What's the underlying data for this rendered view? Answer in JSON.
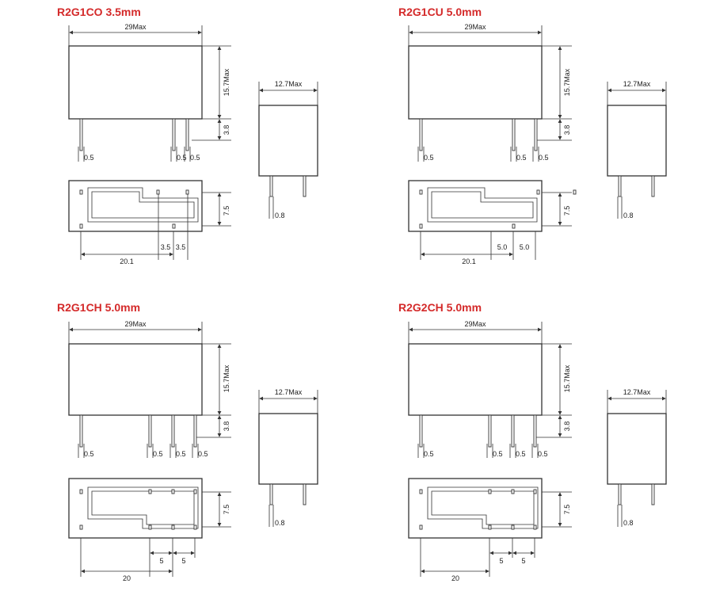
{
  "colors": {
    "title": "#d42a2a",
    "line": "#333333"
  },
  "panels": [
    {
      "id": "r2g1co",
      "title": "R2G1CO 3.5mm",
      "dims": {
        "length": "29Max",
        "height": "15.7Max",
        "pin_length": "3.8",
        "width": "12.7Max",
        "side_pin": "0.8",
        "row_spacing": "7.5",
        "overall": "20.1",
        "pitch_a": "3.5",
        "pitch_b": "3.5",
        "pin_w1": "0.5",
        "pin_w2": "0.5",
        "pin_w3": "0.5"
      }
    },
    {
      "id": "r2g1cu",
      "title": "R2G1CU 5.0mm",
      "dims": {
        "length": "29Max",
        "height": "15.7Max",
        "pin_length": "3.8",
        "width": "12.7Max",
        "side_pin": "0.8",
        "row_spacing": "7.5",
        "overall": "20.1",
        "pitch_a": "5.0",
        "pitch_b": "5.0",
        "pin_w1": "0.5",
        "pin_w2": "0.5",
        "pin_w3": "0.5"
      }
    },
    {
      "id": "r2g1ch",
      "title": "R2G1CH 5.0mm",
      "dims": {
        "length": "29Max",
        "height": "15.7Max",
        "pin_length": "3.8",
        "width": "12.7Max",
        "side_pin": "0.8",
        "row_spacing": "7.5",
        "overall": "20",
        "pitch_a": "5",
        "pitch_b": "5",
        "pin_w1": "0.5",
        "pin_w2": "0.5",
        "pin_w3": "0.5",
        "pin_w4": "0.5"
      }
    },
    {
      "id": "r2g2ch",
      "title": "R2G2CH 5.0mm",
      "dims": {
        "length": "29Max",
        "height": "15.7Max",
        "pin_length": "3.8",
        "width": "12.7Max",
        "side_pin": "0.8",
        "row_spacing": "7.5",
        "overall": "20",
        "pitch_a": "5",
        "pitch_b": "5",
        "pin_w1": "0.5",
        "pin_w2": "0.5",
        "pin_w3": "0.5",
        "pin_w4": "0.5"
      }
    }
  ]
}
